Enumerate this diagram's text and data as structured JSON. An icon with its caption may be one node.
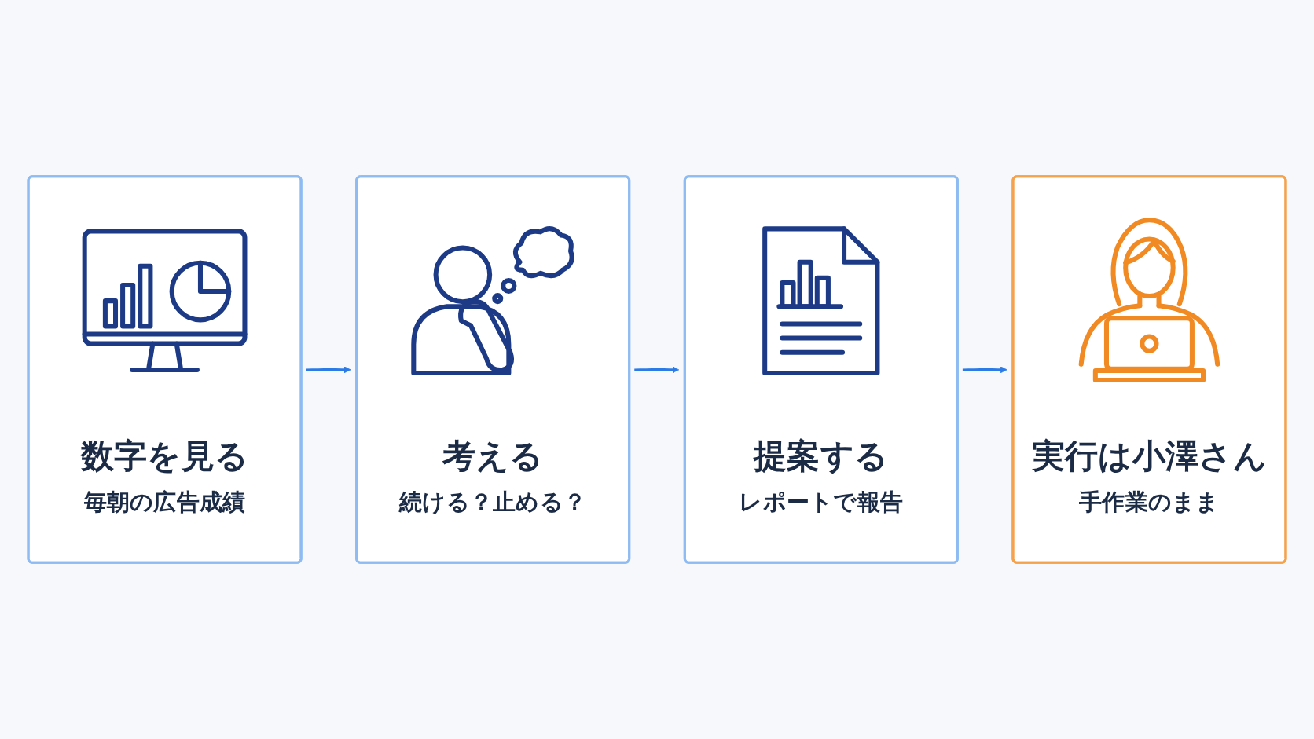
{
  "diagram": {
    "nodes": [
      {
        "text": [
          "数字を見る",
          "毎朝の広告成績"
        ]
      },
      {
        "text": [
          "考える",
          "続ける？止める？"
        ]
      },
      {
        "text": [
          "提案する",
          "レポートで報告"
        ]
      },
      {
        "text": [
          "実行は小澤さん",
          "手作業のまま"
        ]
      }
    ],
    "edges": [
      {
        "from": 0,
        "to": 1,
        "arrow": "to"
      },
      {
        "from": 1,
        "to": 2,
        "arrow": "to"
      },
      {
        "from": 2,
        "to": 3,
        "arrow": "to"
      }
    ]
  }
}
